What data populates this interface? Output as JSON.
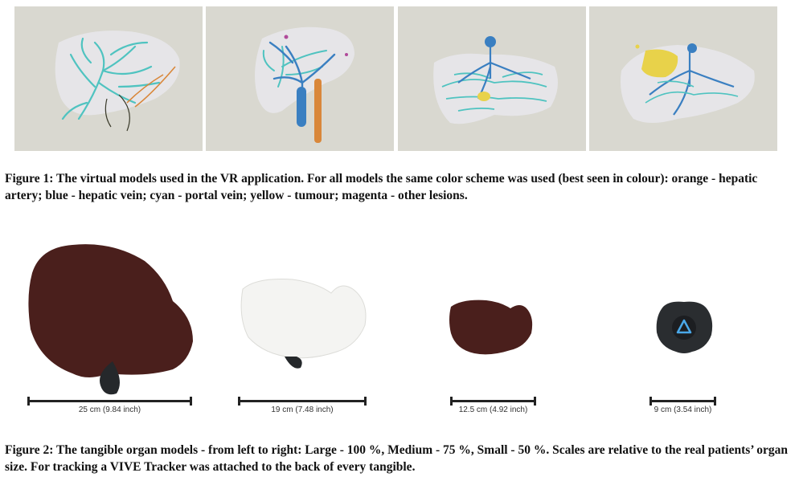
{
  "figure1": {
    "label": "Figure 1:",
    "text": "The virtual models used in the VR application. For all models the same color scheme was used (best seen in colour): orange - hepatic artery; blue - hepatic vein; cyan - portal vein; yellow - tumour; magenta - other lesions."
  },
  "figure2": {
    "label": "Figure 2:",
    "text": "The tangible organ models - from left to right: Large - 100 %, Medium - 75 %, Small - 50 %. Scales are relative to the real patients’ organ size. For tracking a VIVE Tracker was attached to the back of every tangible."
  },
  "scales": [
    {
      "label": "25 cm (9.84 inch)"
    },
    {
      "label": "19 cm (7.48 inch)"
    },
    {
      "label": "12.5 cm (4.92 inch)"
    },
    {
      "label": "9 cm (3.54 inch)"
    }
  ],
  "colors": {
    "panel_bg": "#d9d8d0",
    "hepatic_artery": "#d9873a",
    "hepatic_vein": "#3a7fc1",
    "portal_vein": "#4fc3c0",
    "tumour": "#e8d24a",
    "lesion": "#b04a9a",
    "liver_shell": "#e7e8ec",
    "dark_liver": "#4a1f1c",
    "white_liver": "#f4f4f2",
    "tracker": "#2a2d30",
    "tracker_accent": "#4aa8e8"
  }
}
